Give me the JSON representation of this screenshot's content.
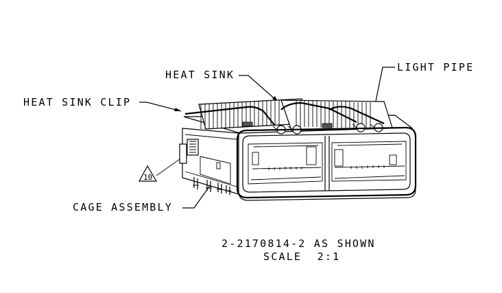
{
  "callouts": {
    "heat_sink": "HEAT SINK",
    "light_pipe": "LIGHT PIPE",
    "heat_sink_clip": "HEAT SINK CLIP",
    "cage_assembly": "CAGE ASSEMBLY",
    "note_flag": "10"
  },
  "caption": {
    "part_number_line": "2-2170814-2 AS SHOWN",
    "scale_line": "SCALE  2:1"
  }
}
